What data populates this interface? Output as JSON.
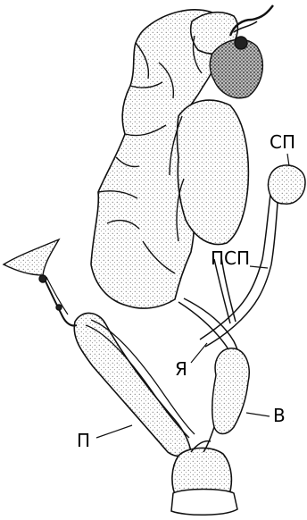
{
  "labels": {
    "sp": "СП",
    "psp": "ПСП",
    "ya": "Я",
    "v": "В",
    "p": "П"
  }
}
